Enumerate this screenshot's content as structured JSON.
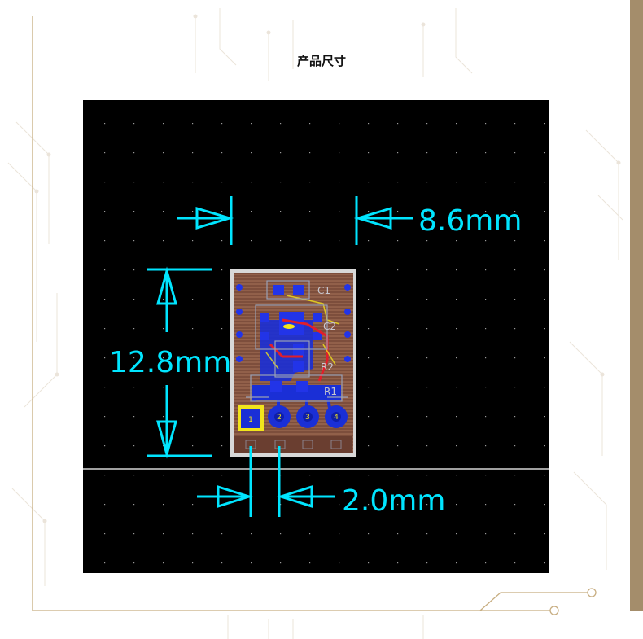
{
  "page": {
    "title": "产品尺寸"
  },
  "pcb_view": {
    "dimensions": {
      "width_label": "8.6mm",
      "height_label": "12.8mm",
      "pitch_label": "2.0mm"
    },
    "silkscreen": {
      "cap_label": "C1",
      "cap_label_2": "C2",
      "res_label": "R2",
      "res_label_1": "R1"
    },
    "pin_numbers": [
      "1",
      "2",
      "3",
      "4"
    ],
    "colors": {
      "background": "#000000",
      "dimension": "#00e5ff",
      "board": "#8a5a46",
      "copper_blue": "#1a2fd6",
      "trace_red": "#e21e2a",
      "pad_yellow": "#f2e51b",
      "frame": "#b89a66"
    }
  }
}
